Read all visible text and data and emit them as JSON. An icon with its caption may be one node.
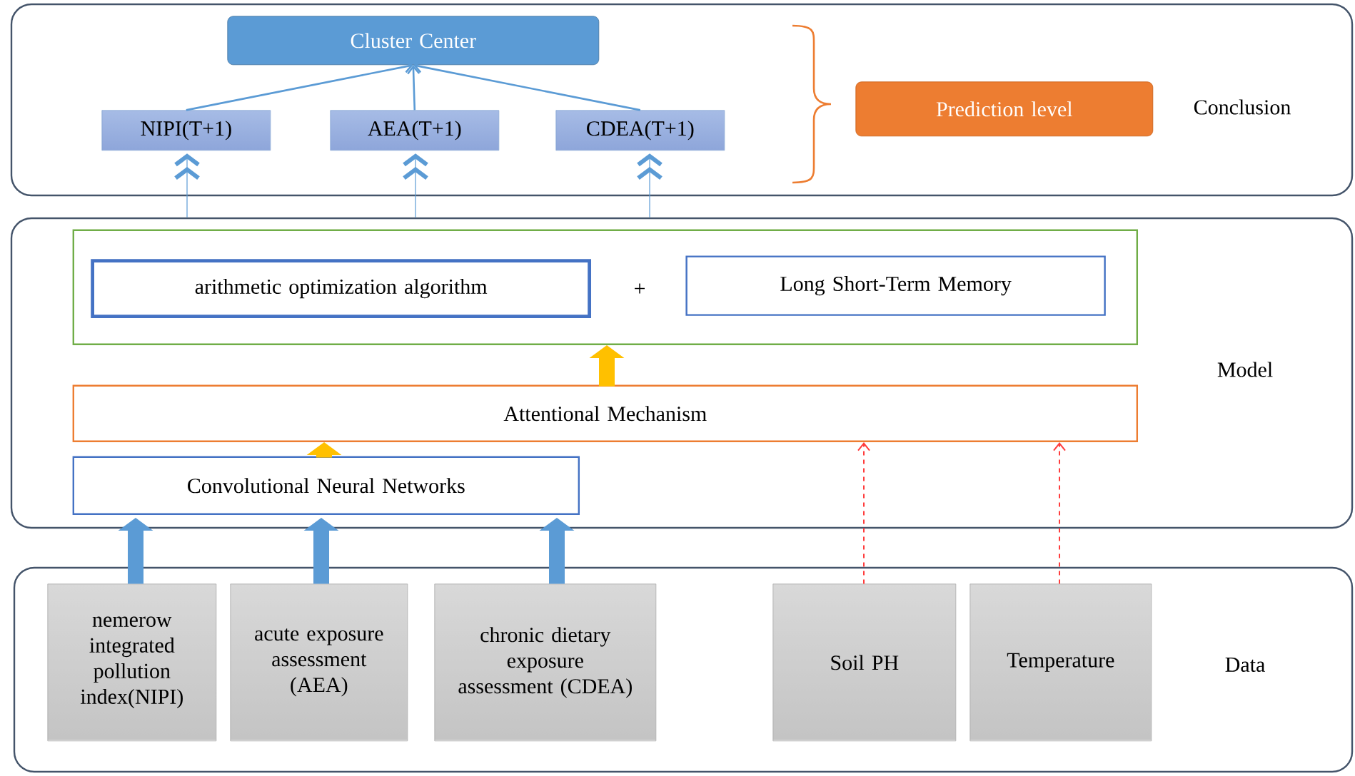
{
  "diagram": {
    "nodes": [
      {
        "text": [
          "Conclusion"
        ]
      },
      {
        "text": [
          "Cluster Center"
        ],
        "in": 0
      },
      {
        "text": [
          "NIPI(T+1)"
        ],
        "in": 0
      },
      {
        "text": [
          "AEA(T+1)"
        ],
        "in": 0
      },
      {
        "text": [
          "CDEA(T+1)"
        ],
        "in": 0
      },
      {
        "text": [
          "Prediction level"
        ],
        "in": 0
      },
      {
        "text": [
          "Model"
        ]
      },
      {
        "text": [],
        "shape": "box",
        "in": 6
      },
      {
        "text": [
          "arithmetic optimization algorithm"
        ],
        "in": 7
      },
      {
        "text": [
          "Long Short-Term Memory"
        ],
        "in": 7
      },
      {
        "text": [
          "Attentional Mechanism"
        ],
        "in": 6
      },
      {
        "text": [
          "Convolutional Neural Networks"
        ],
        "in": 6
      },
      {
        "text": [
          "Data"
        ]
      },
      {
        "text": [
          "nemerow integrated pollution index(NIPI)"
        ],
        "in": 12
      },
      {
        "text": [
          "acute exposure assessment (AEA)"
        ],
        "in": 12
      },
      {
        "text": [
          "chronic dietary exposure assessment (CDEA)"
        ],
        "in": 12
      },
      {
        "text": [
          "Soil PH"
        ],
        "in": 12
      },
      {
        "text": [
          "Temperature"
        ],
        "in": 12
      }
    ],
    "edges": [
      {
        "from": 2,
        "to": 1,
        "arrow": "to"
      },
      {
        "from": 3,
        "to": 1,
        "arrow": "to"
      },
      {
        "from": 4,
        "to": 1,
        "arrow": "to"
      },
      {
        "from": 6,
        "to": 2,
        "arrow": "to"
      },
      {
        "from": 6,
        "to": 3,
        "arrow": "to"
      },
      {
        "from": 6,
        "to": 4,
        "arrow": "to"
      },
      {
        "from": 10,
        "to": 7,
        "arrow": "to",
        "style": "thick",
        "color": "#ffc000"
      },
      {
        "from": 11,
        "to": 10,
        "arrow": "to",
        "style": "thick",
        "color": "#ffc000"
      },
      {
        "from": 13,
        "to": 11,
        "arrow": "to",
        "style": "thick",
        "color": "#5b9bd5"
      },
      {
        "from": 14,
        "to": 11,
        "arrow": "to",
        "style": "thick",
        "color": "#5b9bd5"
      },
      {
        "from": 15,
        "to": 11,
        "arrow": "to",
        "style": "thick",
        "color": "#5b9bd5"
      },
      {
        "from": 16,
        "to": 10,
        "arrow": "to",
        "style": "dashed",
        "color": "#ff3b3b"
      },
      {
        "from": 17,
        "to": 10,
        "arrow": "to",
        "style": "dashed",
        "color": "#ff3b3b"
      }
    ],
    "labels": [
      "+"
    ]
  }
}
